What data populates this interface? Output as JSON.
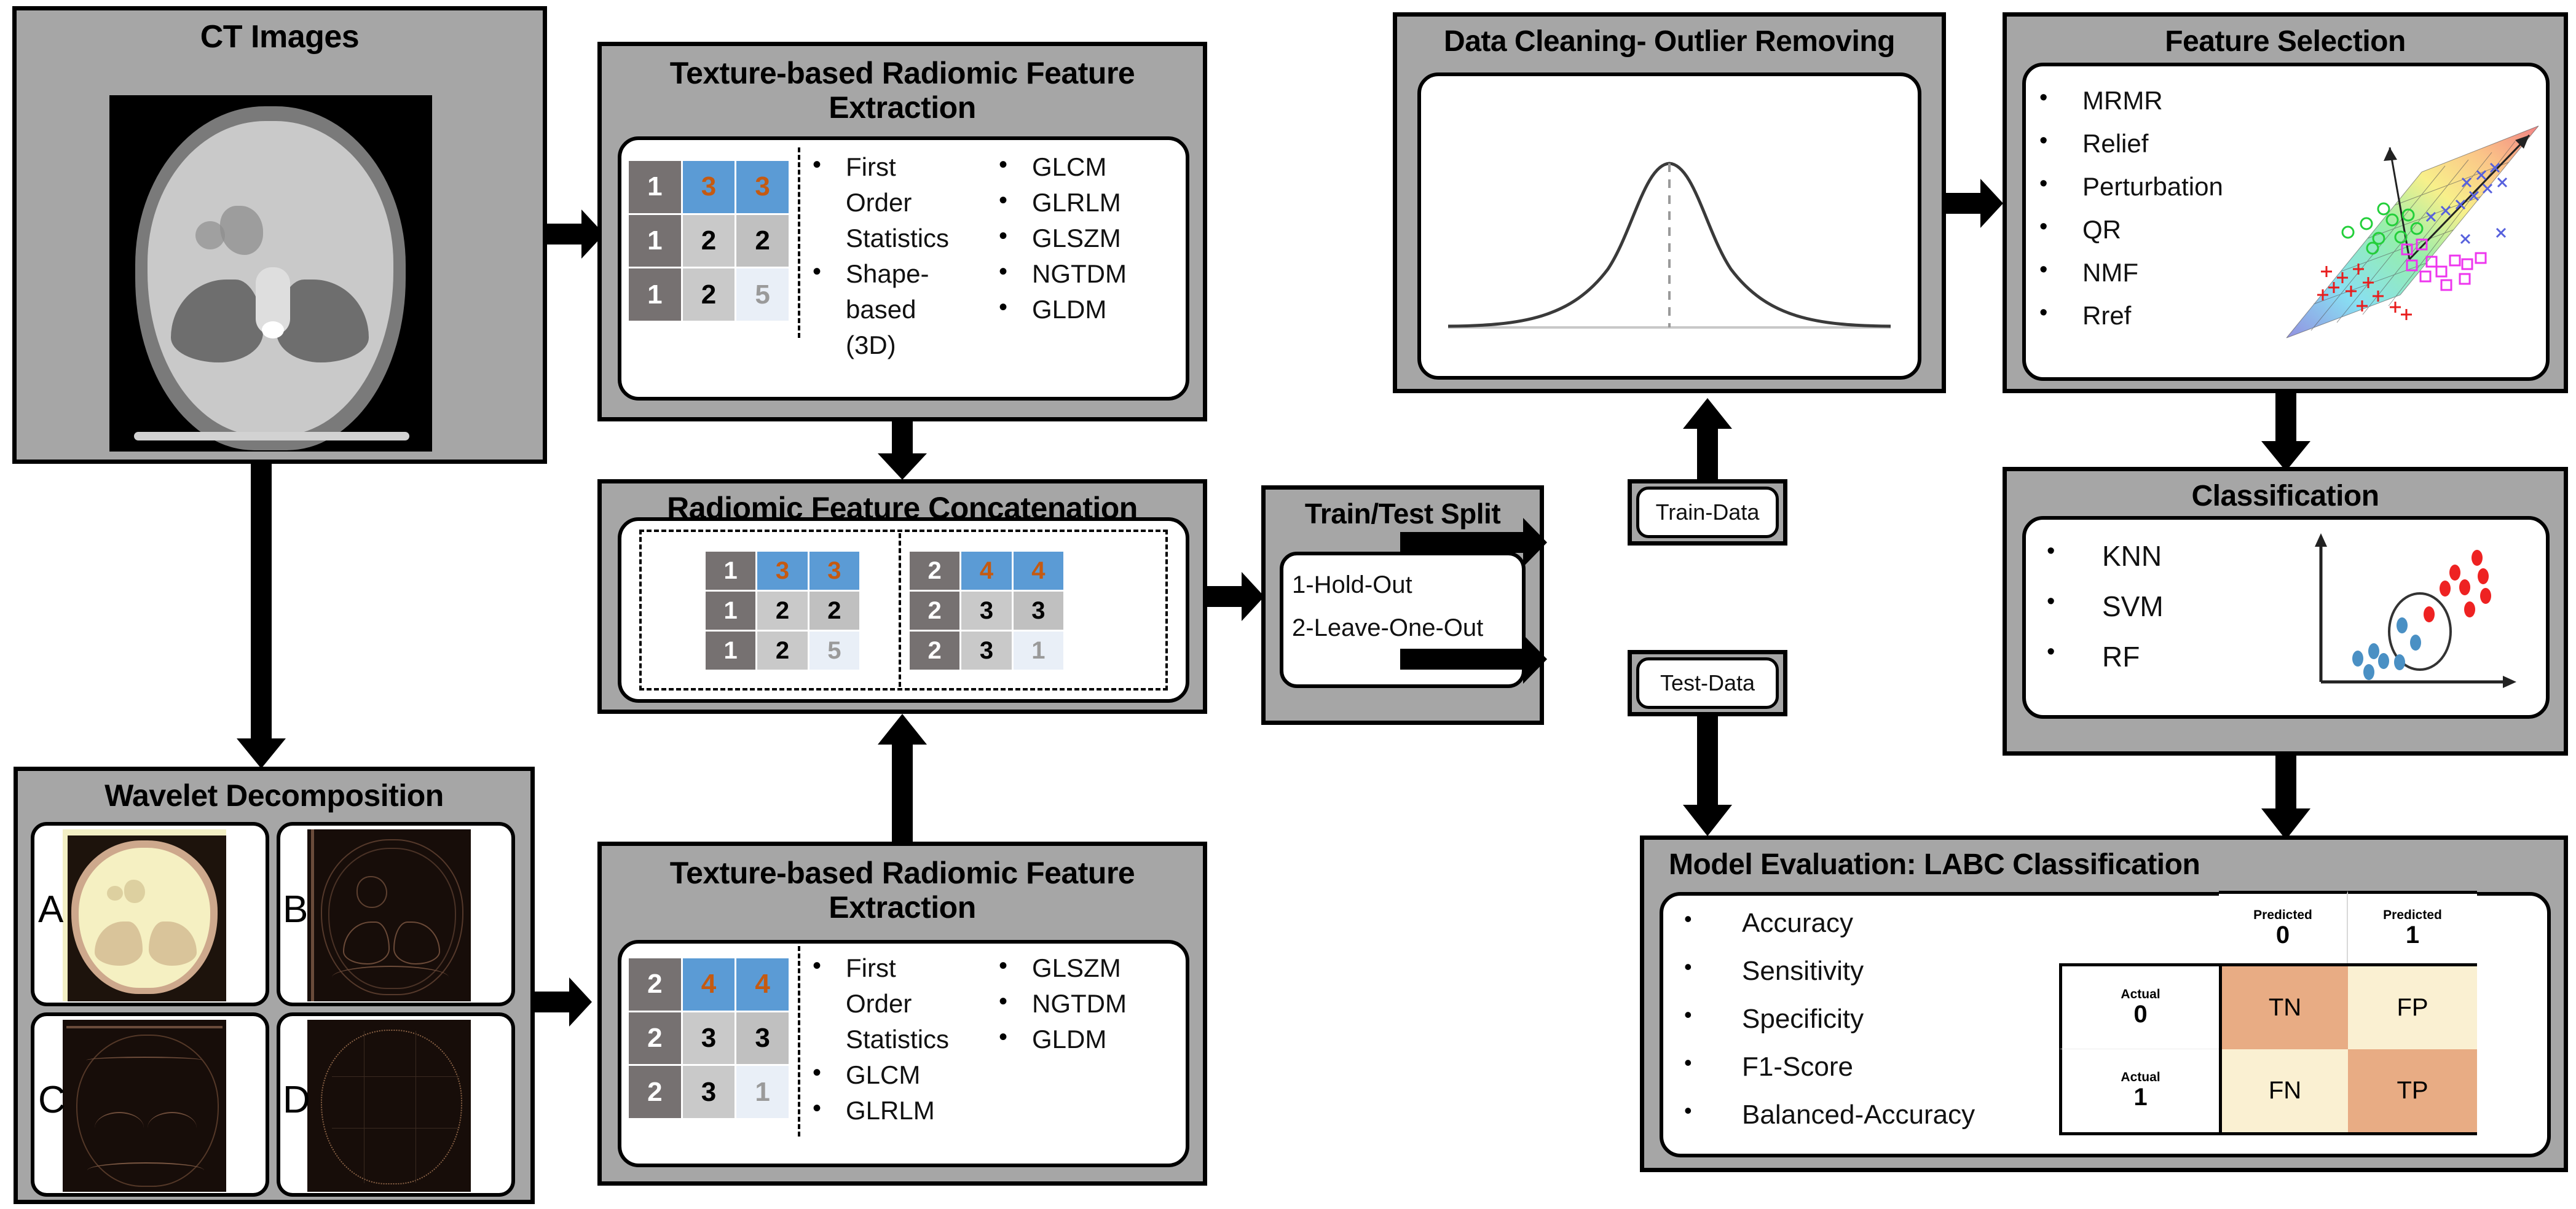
{
  "boxes": {
    "ct_images": {
      "title": "CT Images"
    },
    "texture_top": {
      "title": "Texture-based Radiomic Feature Extraction"
    },
    "concat": {
      "title": "Radiomic Feature Concatenation"
    },
    "wavelet": {
      "title": "Wavelet Decomposition",
      "tiles": [
        "A",
        "B",
        "C",
        "D"
      ]
    },
    "texture_bottom": {
      "title": "Texture-based Radiomic Feature Extraction"
    },
    "split": {
      "title": "Train/Test Split",
      "options": [
        "1-Hold-Out",
        "2-Leave-One-Out"
      ]
    },
    "train_data": {
      "label": "Train-Data"
    },
    "test_data": {
      "label": "Test-Data"
    },
    "data_cleaning": {
      "title": "Data Cleaning- Outlier Removing"
    },
    "feature_selection": {
      "title": "Feature Selection",
      "items": [
        "MRMR",
        "Relief",
        "Perturbation",
        "QR",
        "NMF",
        "Rref"
      ]
    },
    "classification": {
      "title": "Classification",
      "items": [
        "KNN",
        "SVM",
        "RF"
      ]
    },
    "evaluation": {
      "title": "Model Evaluation: LABC Classification",
      "metrics": [
        "Accuracy",
        "Sensitivity",
        "Specificity",
        "F1-Score",
        "Balanced-Accuracy"
      ]
    }
  },
  "texture_top_lists": {
    "col1": [
      "First",
      "Order",
      "Statistics",
      "Shape-",
      "based",
      "(3D)"
    ],
    "col1_bullets": [
      true,
      false,
      false,
      true,
      false,
      false
    ],
    "col2": [
      "GLCM",
      "GLRLM",
      "GLSZM",
      "NGTDM",
      "GLDM"
    ]
  },
  "texture_bottom_lists": {
    "col1": [
      "First",
      "Order",
      "Statistics",
      "GLCM",
      "GLRLM"
    ],
    "col1_bullets": [
      true,
      false,
      false,
      true,
      true
    ],
    "col2": [
      "GLSZM",
      "NGTDM",
      "GLDM"
    ]
  },
  "matrices": {
    "m1": {
      "values": [
        [
          "1",
          "3",
          "3"
        ],
        [
          "1",
          "2",
          "2"
        ],
        [
          "1",
          "2",
          "5"
        ]
      ],
      "styles": [
        [
          "c-dark",
          "c-blue",
          "c-blue"
        ],
        [
          "c-dark",
          "c-gray",
          "c-gray2"
        ],
        [
          "c-dark",
          "c-gray",
          "c-pale"
        ]
      ]
    },
    "m2": {
      "values": [
        [
          "2",
          "4",
          "4"
        ],
        [
          "2",
          "3",
          "3"
        ],
        [
          "2",
          "3",
          "1"
        ]
      ],
      "styles": [
        [
          "c-dark",
          "c-blue",
          "c-blue"
        ],
        [
          "c-dark",
          "c-gray",
          "c-gray2"
        ],
        [
          "c-dark",
          "c-gray",
          "c-pale"
        ]
      ]
    }
  },
  "confusion_matrix": {
    "col_headers": [
      {
        "small": "Predicted",
        "big": "0"
      },
      {
        "small": "Predicted",
        "big": "1"
      }
    ],
    "row_headers": [
      {
        "small": "Actual",
        "big": "0"
      },
      {
        "small": "Actual",
        "big": "1"
      }
    ],
    "cells": [
      [
        "TN",
        "FP"
      ],
      [
        "FN",
        "TP"
      ]
    ],
    "colors": {
      "tn": "#E8AC84",
      "fp": "#FAF0D2",
      "fn": "#FAF0D2",
      "tp": "#E8AC84"
    }
  },
  "chart_data": {
    "type": "line",
    "title": "Data Cleaning- Outlier Removing",
    "description": "Gaussian normal distribution curve with dashed vertical mean line",
    "xlabel": "",
    "ylabel": "",
    "series": [
      {
        "name": "normal-distribution",
        "mean": 0,
        "sigma": 1
      }
    ]
  },
  "palette": {
    "panel_gray": "#a6a6a6",
    "matrix_dark": "#767171",
    "matrix_blue": "#5B9BD5",
    "matrix_orange_text": "#C55A11",
    "scatter_red": "#E8453C",
    "scatter_blue": "#4A90C4"
  }
}
